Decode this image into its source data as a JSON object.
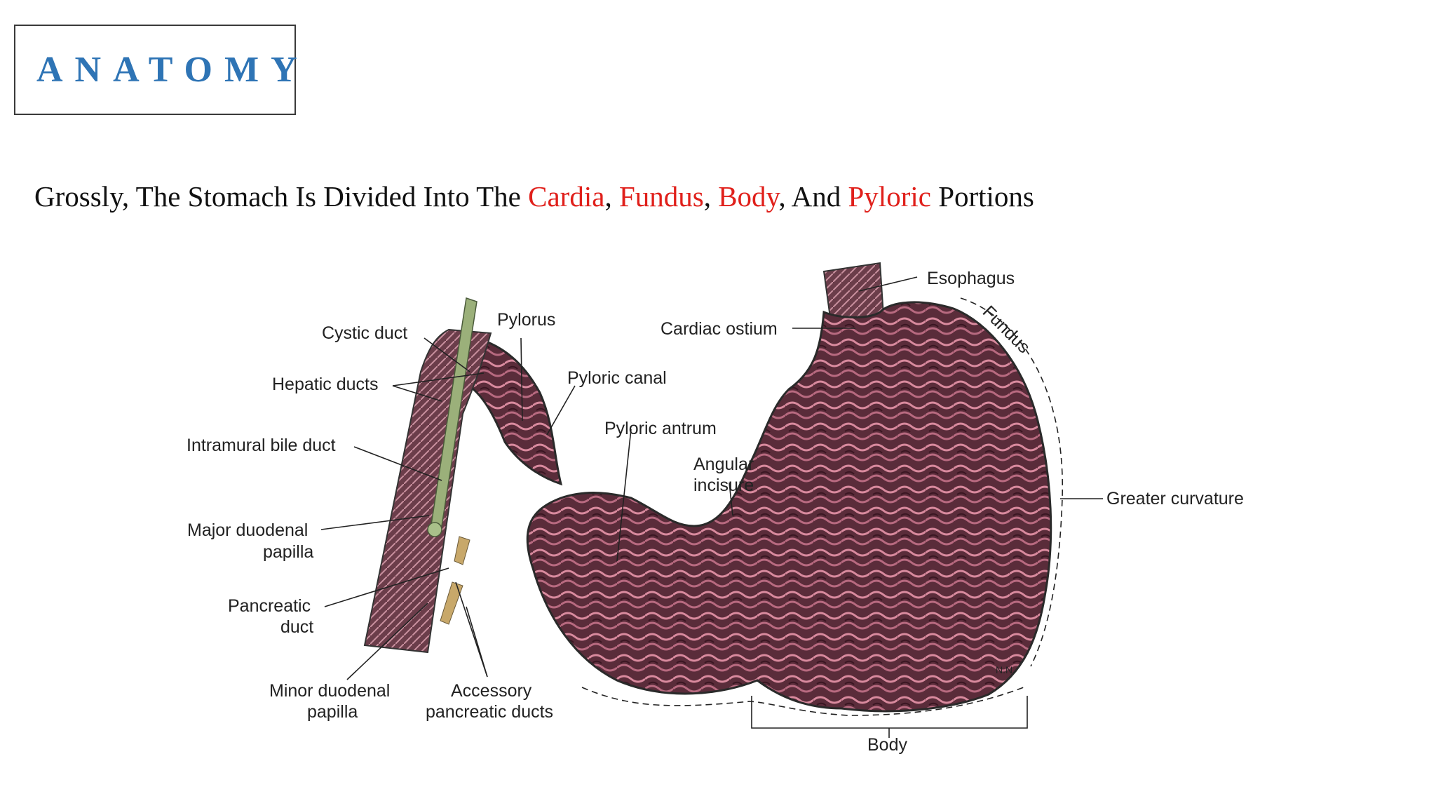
{
  "header": {
    "title": "ANATOMY"
  },
  "subtitle": {
    "prefix": "Grossly, The Stomach Is Divided Into The ",
    "part1": "Cardia",
    "sep1": ", ",
    "part2": "Fundus",
    "sep2": ", ",
    "part3": "Body",
    "sep3": ", And ",
    "part4": "Pyloric",
    "suffix": " Portions",
    "highlight_color": "#e0201b"
  },
  "figure": {
    "labels": {
      "esophagus": "Esophagus",
      "fundus": "Fundus",
      "cardiac_ostium": "Cardiac ostium",
      "pylorus": "Pylorus",
      "cystic_duct": "Cystic duct",
      "hepatic_ducts": "Hepatic ducts",
      "pyloric_canal": "Pyloric canal",
      "pyloric_antrum": "Pyloric antrum",
      "intramural_bile_duct": "Intramural bile duct",
      "angular_incisure_1": "Angular",
      "angular_incisure_2": "incisure",
      "greater_curvature": "Greater curvature",
      "major_duodenal_papilla_1": "Major duodenal",
      "major_duodenal_papilla_2": "papilla",
      "pancreatic_duct_1": "Pancreatic",
      "pancreatic_duct_2": "duct",
      "minor_duodenal_papilla_1": "Minor duodenal",
      "minor_duodenal_papilla_2": "papilla",
      "accessory_pancreatic_ducts_1": "Accessory",
      "accessory_pancreatic_ducts_2": "pancreatic ducts",
      "body": "Body",
      "signature": "N.N."
    }
  }
}
